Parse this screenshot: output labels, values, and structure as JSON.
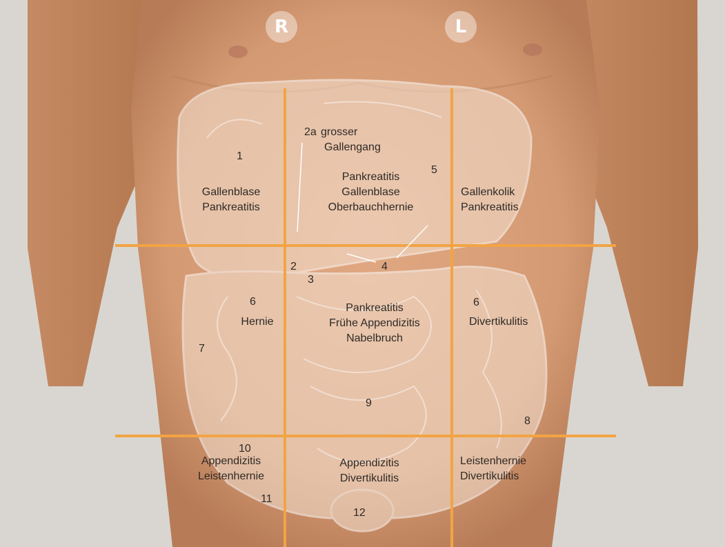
{
  "side_markers": {
    "right": "R",
    "left": "L"
  },
  "numbers": {
    "n1": "1",
    "n2": "2",
    "n2a": "2a",
    "n3": "3",
    "n4": "4",
    "n5": "5",
    "n6_right": "6",
    "n6_left": "6",
    "n7": "7",
    "n8": "8",
    "n9": "9",
    "n10": "10",
    "n11": "11",
    "n12": "12"
  },
  "labels": {
    "r1_lines": [
      "Gallenblase",
      "Pankreatitis"
    ],
    "r2a_lines": [
      "grosser",
      "Gallengang"
    ],
    "r2_lines": [
      "Pankreatitis",
      "Gallenblase",
      "Oberbauchhernie"
    ],
    "r3_lines": [
      "Gallenkolik",
      "Pankreatitis"
    ],
    "r4": "Hernie",
    "r5_lines": [
      "Pankreatitis",
      "Frühe Appendizitis",
      "Nabelbruch"
    ],
    "r6": "Divertikulitis",
    "r7_lines": [
      "Appendizitis",
      "Leistenhernie"
    ],
    "r8_lines": [
      "Appendizitis",
      "Divertikulitis"
    ],
    "r9_lines": [
      "Leistenhernie",
      "Divertikulitis"
    ]
  },
  "colors": {
    "grid_line": "#f2a443",
    "skin": "#d49a73",
    "background": "#d9d6d1",
    "organ_overlay": "#f4e2d3",
    "marker": "#ffffff"
  },
  "icons": [
    "male-torso-illustration",
    "organ-overlay"
  ]
}
